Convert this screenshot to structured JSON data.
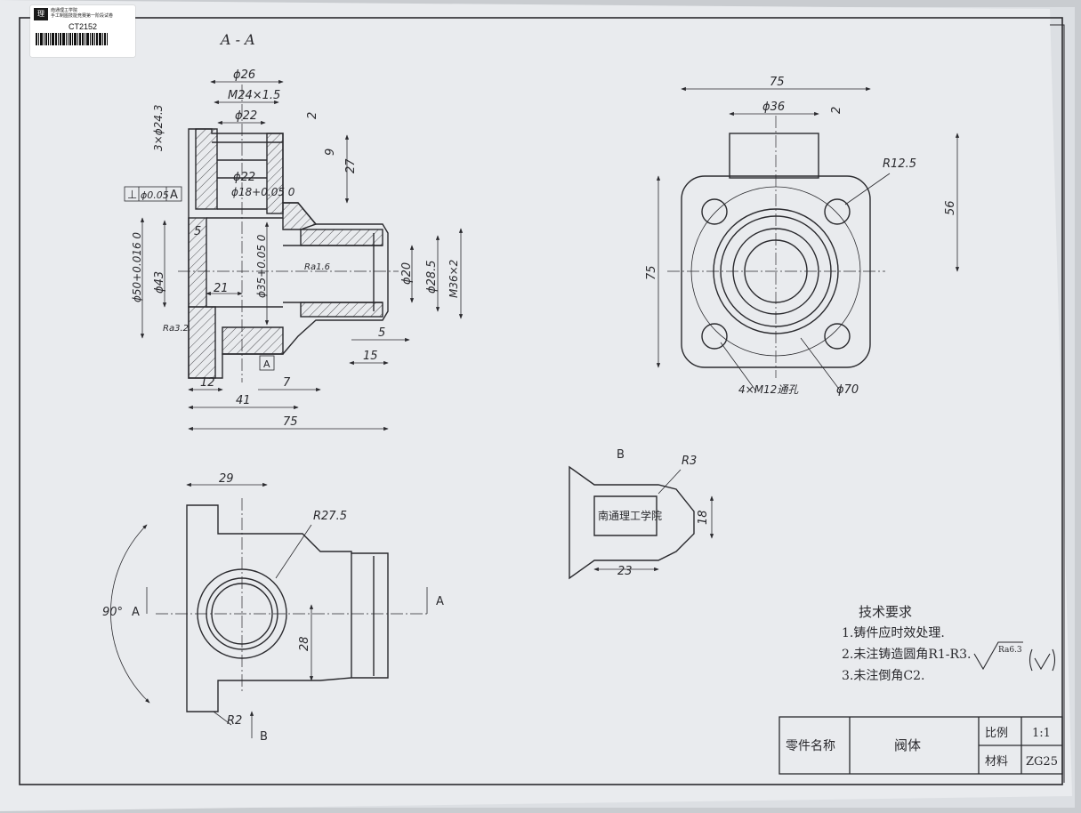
{
  "label": {
    "header_line1": "南通理工学院",
    "header_line2": "手工制图技能竞赛第一阶段试卷",
    "code": "CT2152"
  },
  "section_title": "A - A",
  "dims_section": {
    "d26": "ϕ26",
    "m24": "M24×1.5",
    "d22top": "ϕ22",
    "n2a": "2",
    "n9": "9",
    "n27": "27",
    "holes3": "3×ϕ24.3",
    "d22mid": "ϕ22",
    "d18": "ϕ18+0.05 0",
    "perp": "⊥",
    "perp_val": "ϕ0.05",
    "datum": "A",
    "n5": "5",
    "d50": "ϕ50+0.016 0",
    "d43": "ϕ43",
    "n21": "21",
    "d35": "ϕ35+0.05 0",
    "ra16": "Ra1.6",
    "ra32": "Ra3.2",
    "d20": "ϕ20",
    "d285": "ϕ28.5",
    "m36": "M36×2",
    "n5b": "5",
    "n15": "15",
    "n12": "12",
    "n7": "7",
    "n41": "41",
    "n75": "75",
    "datumA": "A"
  },
  "dims_top": {
    "n75w": "75",
    "d36": "ϕ36",
    "n2": "2",
    "r125": "R12.5",
    "n56": "56",
    "n75h": "75",
    "m12": "4×M12通孔",
    "d70": "ϕ70"
  },
  "dims_front": {
    "n29": "29",
    "r275": "R27.5",
    "ang90": "90°",
    "a_left": "A",
    "a_right": "A",
    "n28": "28",
    "r2": "R2",
    "b": "B"
  },
  "dims_detail": {
    "b": "B",
    "r3": "R3",
    "text": "南通理工学院",
    "n18": "18",
    "n23": "23"
  },
  "notes": {
    "title": "技术要求",
    "items": [
      "1.铸件应时效处理.",
      "2.未注铸造圆角R1-R3.",
      "3.未注倒角C2."
    ],
    "ra63": "Ra6.3"
  },
  "title_block": {
    "part_name_label": "零件名称",
    "part_name": "阀体",
    "scale_label": "比例",
    "scale": "1:1",
    "material_label": "材料",
    "material": "ZG25"
  },
  "colors": {
    "paper": "#e9ebee",
    "ink": "#2a2a2e",
    "background": "#c9ccd0"
  }
}
